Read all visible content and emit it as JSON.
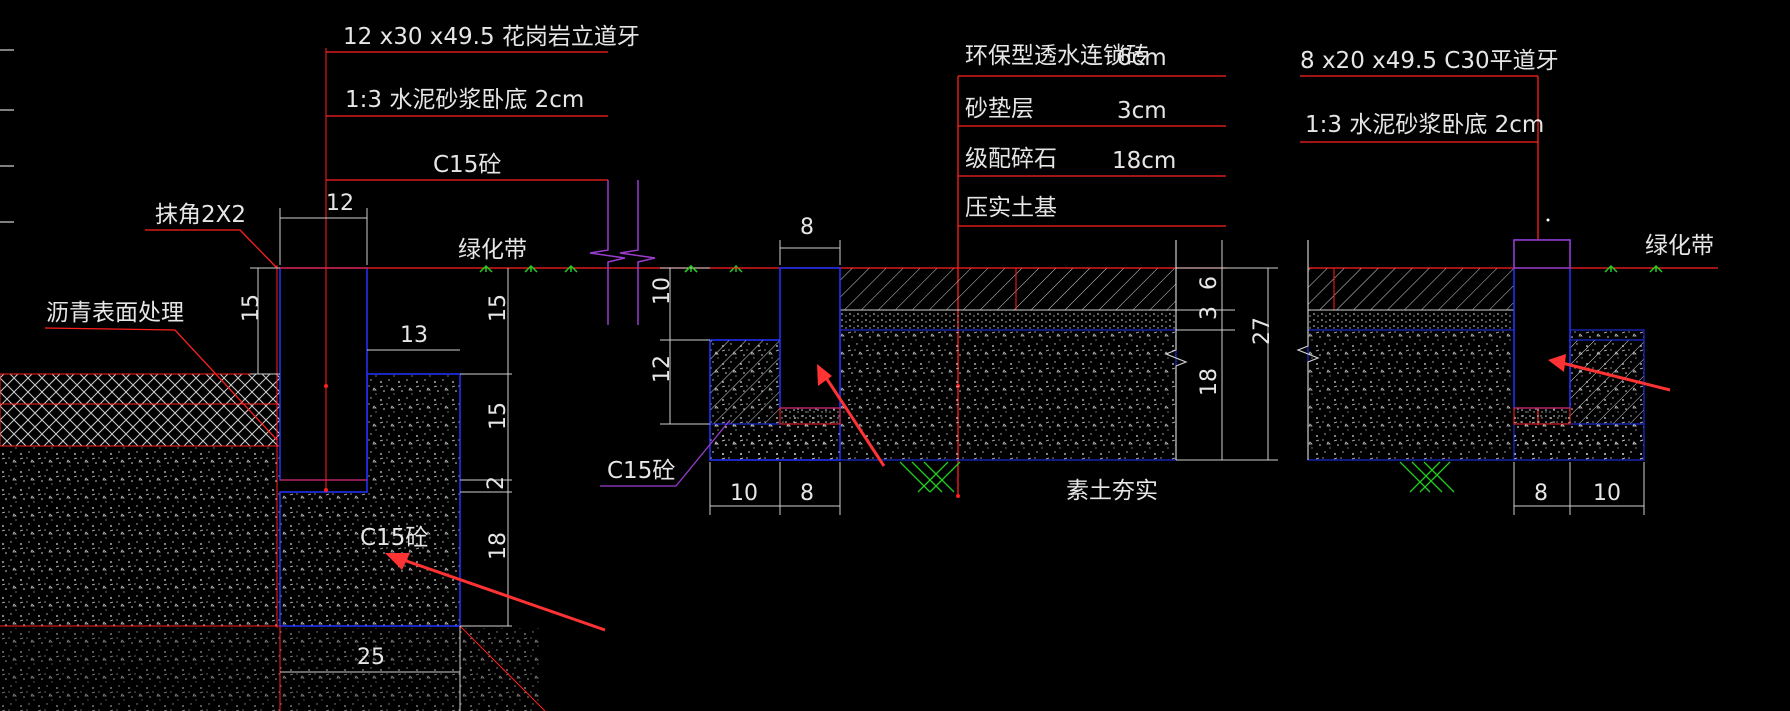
{
  "left_section": {
    "curb_spec": "12 x30 x49.5 花岗岩立道牙",
    "mortar_bed": "1:3 水泥砂浆卧底 2cm",
    "base_concrete": "C15砼",
    "chamfer": "抹角2X2",
    "asphalt_treatment": "沥青表面处理",
    "green_belt": "绿化带",
    "backing_concrete": "C15砼",
    "dims": {
      "curb_width": "12",
      "curb_exposure": "15",
      "haunch_width": "13",
      "right_upper": "15",
      "right_mid": "15",
      "right_small": "2",
      "right_lower": "18",
      "bottom_width": "25"
    }
  },
  "middle_section": {
    "layers": [
      {
        "name": "环保型透水连锁砖",
        "thickness": "6cm"
      },
      {
        "name": "砂垫层",
        "thickness": "3cm"
      },
      {
        "name": "级配碎石",
        "thickness": "18cm"
      },
      {
        "name": "压实土基",
        "thickness": ""
      }
    ],
    "concrete": "C15砼",
    "subgrade": "素土夯实",
    "dims": {
      "curb_width": "8",
      "exposure": "10",
      "embed": "12",
      "base_left": "10",
      "base_right": "8",
      "layer_1": "6",
      "layer_2": "3",
      "layer_3": "18",
      "total": "27"
    }
  },
  "right_section": {
    "curb_spec": "8 x20 x49.5 C30平道牙",
    "mortar_bed": "1:3 水泥砂浆卧底 2cm",
    "green_belt": "绿化带",
    "dims": {
      "curb_width": "8",
      "base_width": "10"
    }
  },
  "colors": {
    "background": "#000000",
    "leader_red": "#ff2020",
    "outline_blue": "#2233ff",
    "text": "#e6e6e6",
    "grass_green": "#22cc22",
    "break_purple": "#9a3ccf",
    "arrow_red": "#ff3333"
  }
}
